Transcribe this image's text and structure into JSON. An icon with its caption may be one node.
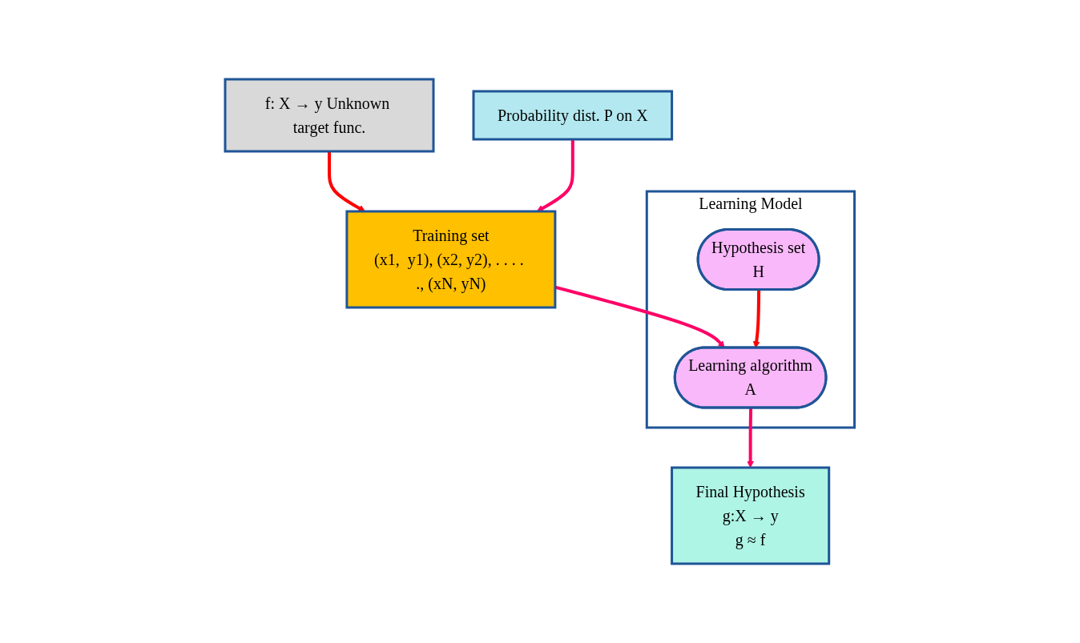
{
  "diagram": {
    "nodes": [
      {
        "text": [
          "f: X → y Unknown target func."
        ]
      },
      {
        "text": [
          "Probability dist. P on X"
        ]
      },
      {
        "text": [
          "Training set",
          "(x1,  y1), (x2, y2), . . . . ., (xN, yN)"
        ]
      },
      {
        "text": [
          "Final Hypothesis",
          "g:X → y",
          "g ≈ f"
        ]
      },
      {
        "text": [
          "Learning Model"
        ]
      },
      {
        "text": [
          "Learning algorithm",
          "A"
        ],
        "in": 4
      },
      {
        "text": [
          "Hypothesis set",
          "H"
        ],
        "in": 4
      }
    ],
    "edges": [
      {
        "from": 0,
        "to": 2,
        "arrow": "to",
        "color": "#ff0000"
      },
      {
        "from": 1,
        "to": 2,
        "arrow": "to"
      },
      {
        "from": 2,
        "to": 5,
        "arrow": "to"
      },
      {
        "from": 5,
        "to": 3,
        "arrow": "to"
      },
      {
        "from": 6,
        "to": 5,
        "arrow": "to",
        "color": "#ff0000"
      }
    ]
  }
}
